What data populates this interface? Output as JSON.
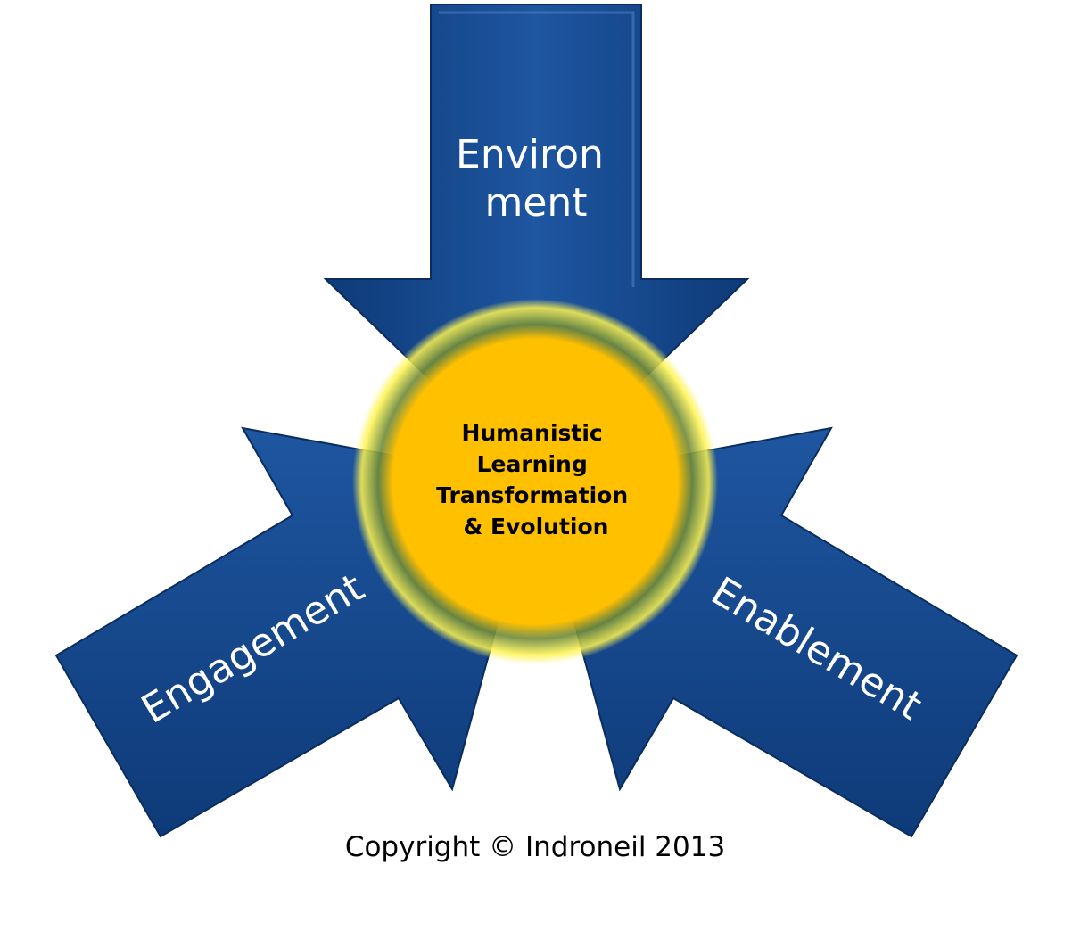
{
  "colors": {
    "arrow_fill_light": "#1e56a0",
    "arrow_fill_dark": "#0e3a78",
    "arrow_edge": "#0a2d5e",
    "core": "#ffc000",
    "halo_inner": "#6e8a3c",
    "halo_outer": "#fff44f",
    "label_text": "#ffffff",
    "center_text": "#000000"
  },
  "arrows": {
    "top": {
      "lines": [
        "Environ",
        "ment"
      ]
    },
    "left": {
      "label": "Engagement"
    },
    "right": {
      "label": "Enablement"
    }
  },
  "center": {
    "lines": [
      "Humanistic",
      "Learning",
      "Transformation",
      "& Evolution"
    ]
  },
  "footer": {
    "copyright": "Copyright © Indroneil 2013"
  }
}
